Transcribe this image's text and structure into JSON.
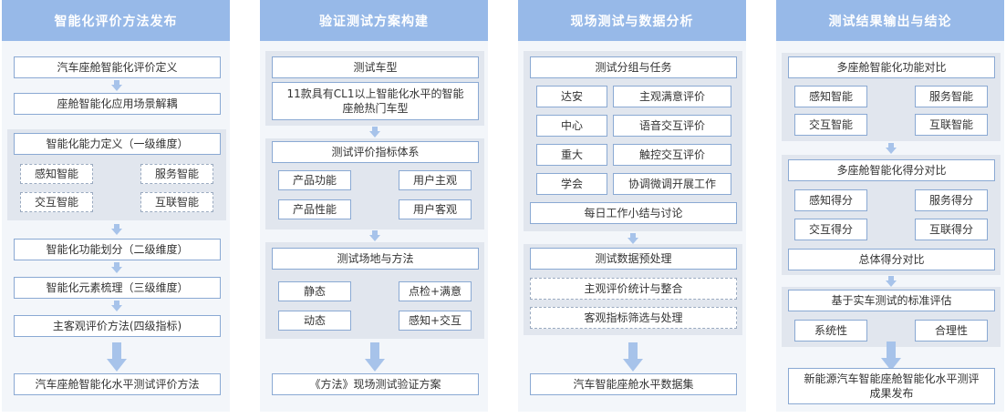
{
  "columns": [
    {
      "title": "智能化评价方法发布",
      "items": {
        "b1": "汽车座舱智能化评价定义",
        "b2": "座舱智能化应用场景解耦",
        "g_title": "智能化能力定义（一级维度）",
        "g_a": "感知智能",
        "g_b": "服务智能",
        "g_c": "交互智能",
        "g_d": "互联智能",
        "b3": "智能化功能划分（二级维度）",
        "b4": "智能化元素梳理（三级维度）",
        "b5": "主客观评价方法(四级指标)",
        "final": "汽车座舱智能化水平测试评价方法"
      }
    },
    {
      "title": "验证测试方案构建",
      "items": {
        "g1_title": "测试车型",
        "g1_body": "11款具有CL1以上智能化水平的智能座舱热门车型",
        "g2_title": "测试评价指标体系",
        "g2_a": "产品功能",
        "g2_b": "用户主观",
        "g2_c": "产品性能",
        "g2_d": "用户客观",
        "g3_title": "测试场地与方法",
        "g3_a": "静态",
        "g3_b": "点检+满意",
        "g3_c": "动态",
        "g3_d": "感知+交互",
        "final": "《方法》现场测试验证方案"
      }
    },
    {
      "title": "现场测试与数据分析",
      "items": {
        "g1_title": "测试分组与任务",
        "r1_a": "达安",
        "r1_b": "主观满意评价",
        "r2_a": "中心",
        "r2_b": "语音交互评价",
        "r3_a": "重大",
        "r3_b": "触控交互评价",
        "r4_a": "学会",
        "r4_b": "协调微调开展工作",
        "g1_foot": "每日工作小结与讨论",
        "g2_title": "测试数据预处理",
        "g2_a": "主观评价统计与整合",
        "g2_b": "客观指标筛选与处理",
        "final": "汽车智能座舱水平数据集"
      }
    },
    {
      "title": "测试结果输出与结论",
      "items": {
        "g1_title": "多座舱智能化功能对比",
        "g1_a": "感知智能",
        "g1_b": "服务智能",
        "g1_c": "交互智能",
        "g1_d": "互联智能",
        "g2_title": "多座舱智能化得分对比",
        "g2_a": "感知得分",
        "g2_b": "服务得分",
        "g2_c": "交互得分",
        "g2_d": "互联得分",
        "g2_foot": "总体得分对比",
        "g3_title": "基于实车测试的标准评估",
        "g3_a": "系统性",
        "g3_b": "合理性",
        "final": "新能源汽车智能座舱智能化水平测评成果发布"
      }
    }
  ],
  "colors": {
    "header_bg": "#97b9e8",
    "box_border": "#8aa9d3",
    "group_bg": "#e1e6ee",
    "arrow": "#a7c3ea"
  }
}
